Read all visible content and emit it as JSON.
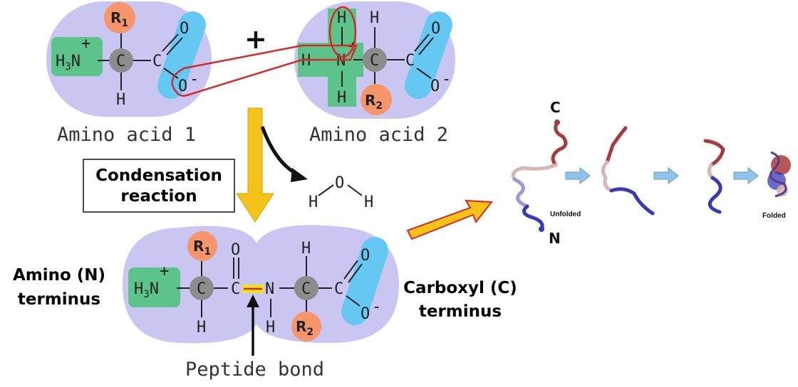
{
  "reactants": {
    "aa1": {
      "label": "Amino acid 1",
      "r_group": {
        "main": "R",
        "sub": "1"
      },
      "amino": {
        "main": "H",
        "sub": "3",
        "tail": "N",
        "charge": "+"
      },
      "alpha_c": "C",
      "alpha_h": "H",
      "carboxyl_c": "C",
      "carboxyl_o": "O",
      "carboxyl_om": "O",
      "carboxyl_charge": "-"
    },
    "plus_sign": "+",
    "aa2": {
      "label": "Amino acid 2",
      "amino_n": "N",
      "amino_charge": "+",
      "h_top": "H",
      "h_left": "H",
      "h_bottom": "H",
      "alpha_h_top": "H",
      "alpha_c": "C",
      "r_group": {
        "main": "R",
        "sub": "2"
      },
      "carboxyl_c": "C",
      "carboxyl_o": "O",
      "carboxyl_om": "O",
      "carboxyl_charge": "-"
    }
  },
  "reaction": {
    "label_line1": "Condensation",
    "label_line2": "reaction",
    "water": {
      "o": "O",
      "h_left": "H",
      "h_right": "H"
    }
  },
  "dipeptide": {
    "r1": {
      "main": "R",
      "sub": "1"
    },
    "r2": {
      "main": "R",
      "sub": "2"
    },
    "amino": {
      "main": "H",
      "sub": "3",
      "tail": "N",
      "charge": "+"
    },
    "c1": "C",
    "h1": "H",
    "carbonyl_c": "C",
    "carbonyl_o": "O",
    "n": "N",
    "n_h": "H",
    "c2": "C",
    "c2_h_top": "H",
    "carboxyl_c": "C",
    "carboxyl_o": "O",
    "carboxyl_om": "O",
    "carboxyl_charge": "-",
    "peptide_bond_label": "Peptide bond",
    "amino_terminus_line1": "Amino (N)",
    "amino_terminus_line2": "terminus",
    "carboxyl_terminus_line1": "Carboxyl (C)",
    "carboxyl_terminus_line2": "terminus"
  },
  "folding": {
    "c_label": "C",
    "n_label": "N",
    "unfolded_label": "Unfolded",
    "folded_label": "Folded"
  },
  "colors": {
    "blob": "#c9c6f2",
    "amino_green": "#5cc48a",
    "r_orange": "#f7966a",
    "carboxyl_blue": "#64c8f2",
    "alpha_gray": "#8c8c8c",
    "arrow_yellow": "#f5c21a",
    "bond_highlight": "#f2e21c",
    "outline_red": "#d42a2a",
    "protein_red": "#a83a3a",
    "protein_blue": "#3838b8",
    "small_arrow": "#8fc3ea"
  }
}
